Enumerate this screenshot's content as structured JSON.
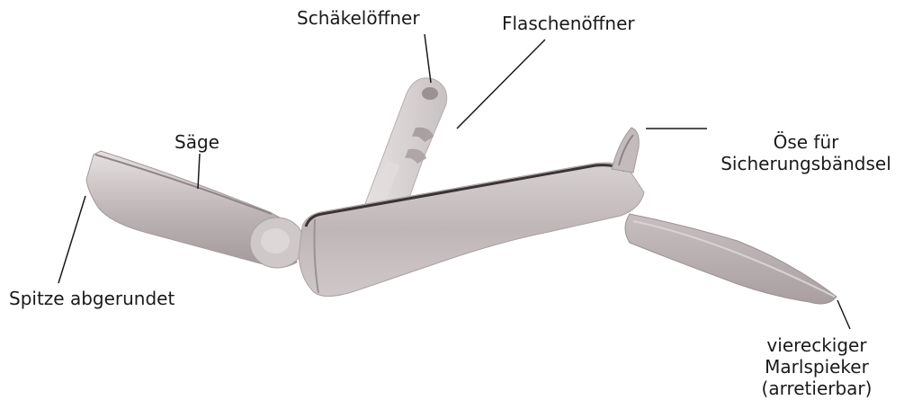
{
  "labels": {
    "schaekeloeffner": "Schäkelöffner",
    "flaschenoeffner": "Flaschenöffner",
    "saege": "Säge",
    "oese_line1": "Öse für",
    "oese_line2": "Sicherungsbändsel",
    "spitze": "Spitze abgerundet",
    "marlspieker_line1": "viereckiger",
    "marlspieker_line2": "Marlspieker",
    "marlspieker_line3": "(arretierbar)"
  },
  "colors": {
    "metal_light": "#ddd8d8",
    "metal_mid": "#b9b1b2",
    "metal_dark": "#8d8486",
    "edge": "#3a3434",
    "leader": "#1a1a1a"
  }
}
